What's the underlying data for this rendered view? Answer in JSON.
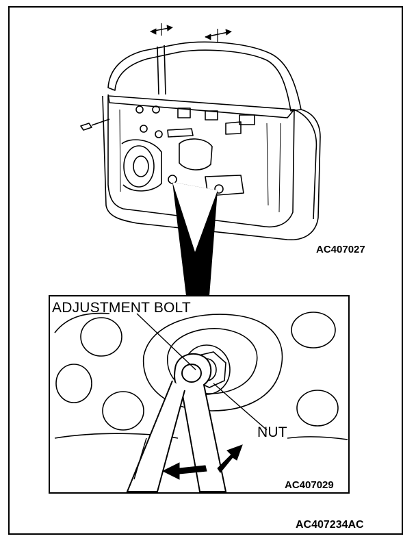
{
  "figure": {
    "upper_view_code": "AC407027",
    "detail_view_code": "AC407029",
    "figure_code": "AC407234AC",
    "callouts": {
      "adjustment_bolt": "ADJUSTMENT BOLT",
      "nut": "NUT"
    }
  },
  "colors": {
    "line": "#000000",
    "background": "#ffffff"
  }
}
